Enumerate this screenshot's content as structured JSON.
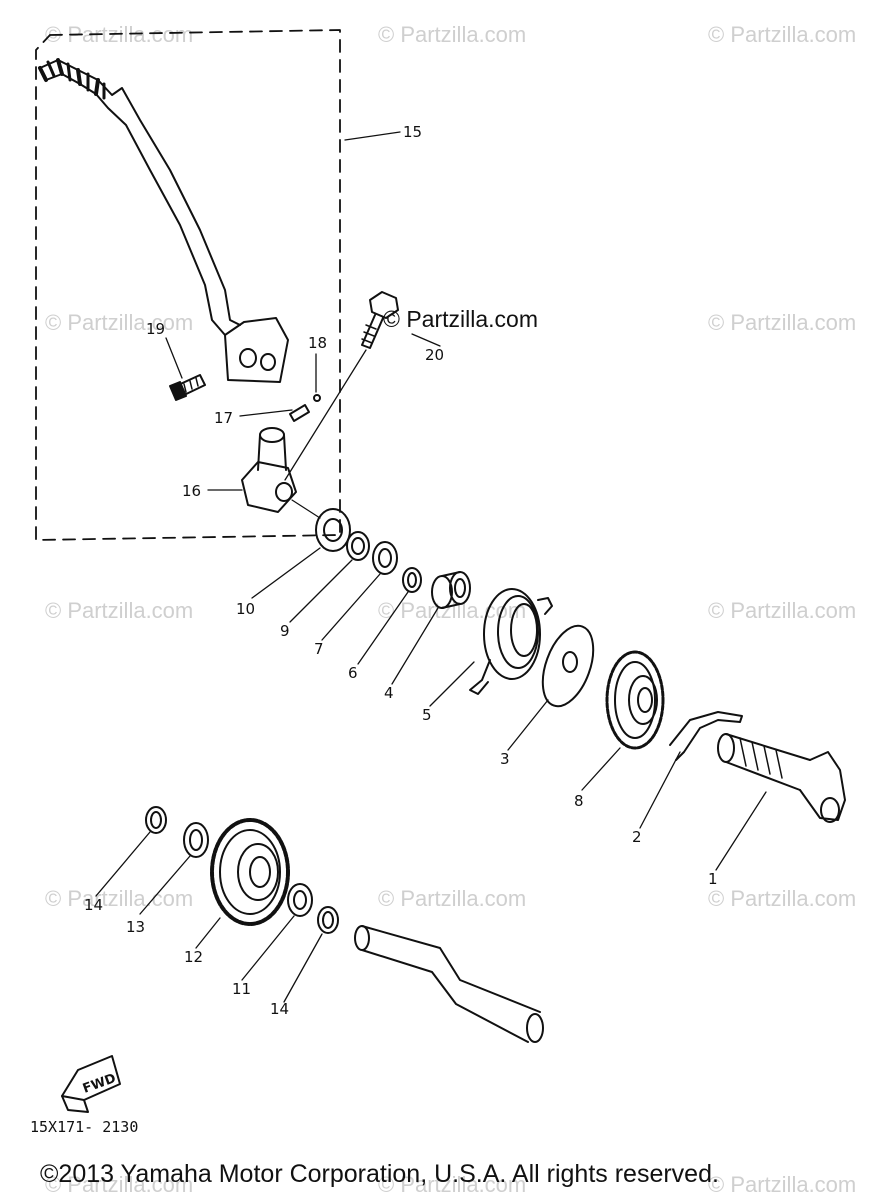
{
  "watermark": "© Partzilla.com",
  "brand": "© Partzilla.com",
  "copyright": "©2013 Yamaha Motor Corporation, U.S.A. All rights reserved.",
  "diagram_ref": "15X171- 2130",
  "fwd_label": "FWD",
  "callouts": {
    "c1": "1",
    "c2": "2",
    "c3": "3",
    "c4": "4",
    "c5": "5",
    "c6": "6",
    "c7": "7",
    "c8": "8",
    "c9": "9",
    "c10": "10",
    "c11": "11",
    "c12": "12",
    "c13": "13",
    "c14a": "14",
    "c14b": "14",
    "c15": "15",
    "c16": "16",
    "c17": "17",
    "c18": "18",
    "c19": "19",
    "c20": "20"
  }
}
